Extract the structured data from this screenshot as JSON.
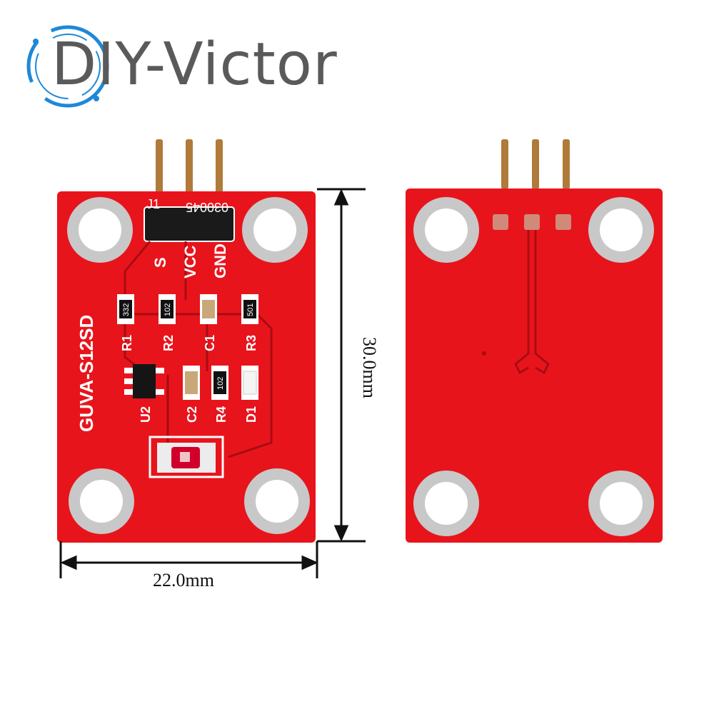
{
  "brand": {
    "name": "DIY-Victor"
  },
  "dimensions": {
    "width": "22.0mm",
    "height": "30.0mm"
  },
  "front": {
    "header_label": "J1",
    "header_code": "030045",
    "pin_labels": [
      "S",
      "VCC",
      "GND"
    ],
    "module_name": "GUVA-S12SD",
    "component_labels": [
      "R1",
      "R2",
      "C1",
      "R3",
      "U2",
      "C2",
      "R4",
      "D1"
    ],
    "resistor_codes": {
      "r1": "332",
      "r2": "102",
      "r3": "501",
      "r4": "102"
    }
  },
  "colors": {
    "pcb": "#e8141c",
    "pad": "#c8c8c8",
    "silk": "#ffffff",
    "pin": "#b07a3a"
  }
}
